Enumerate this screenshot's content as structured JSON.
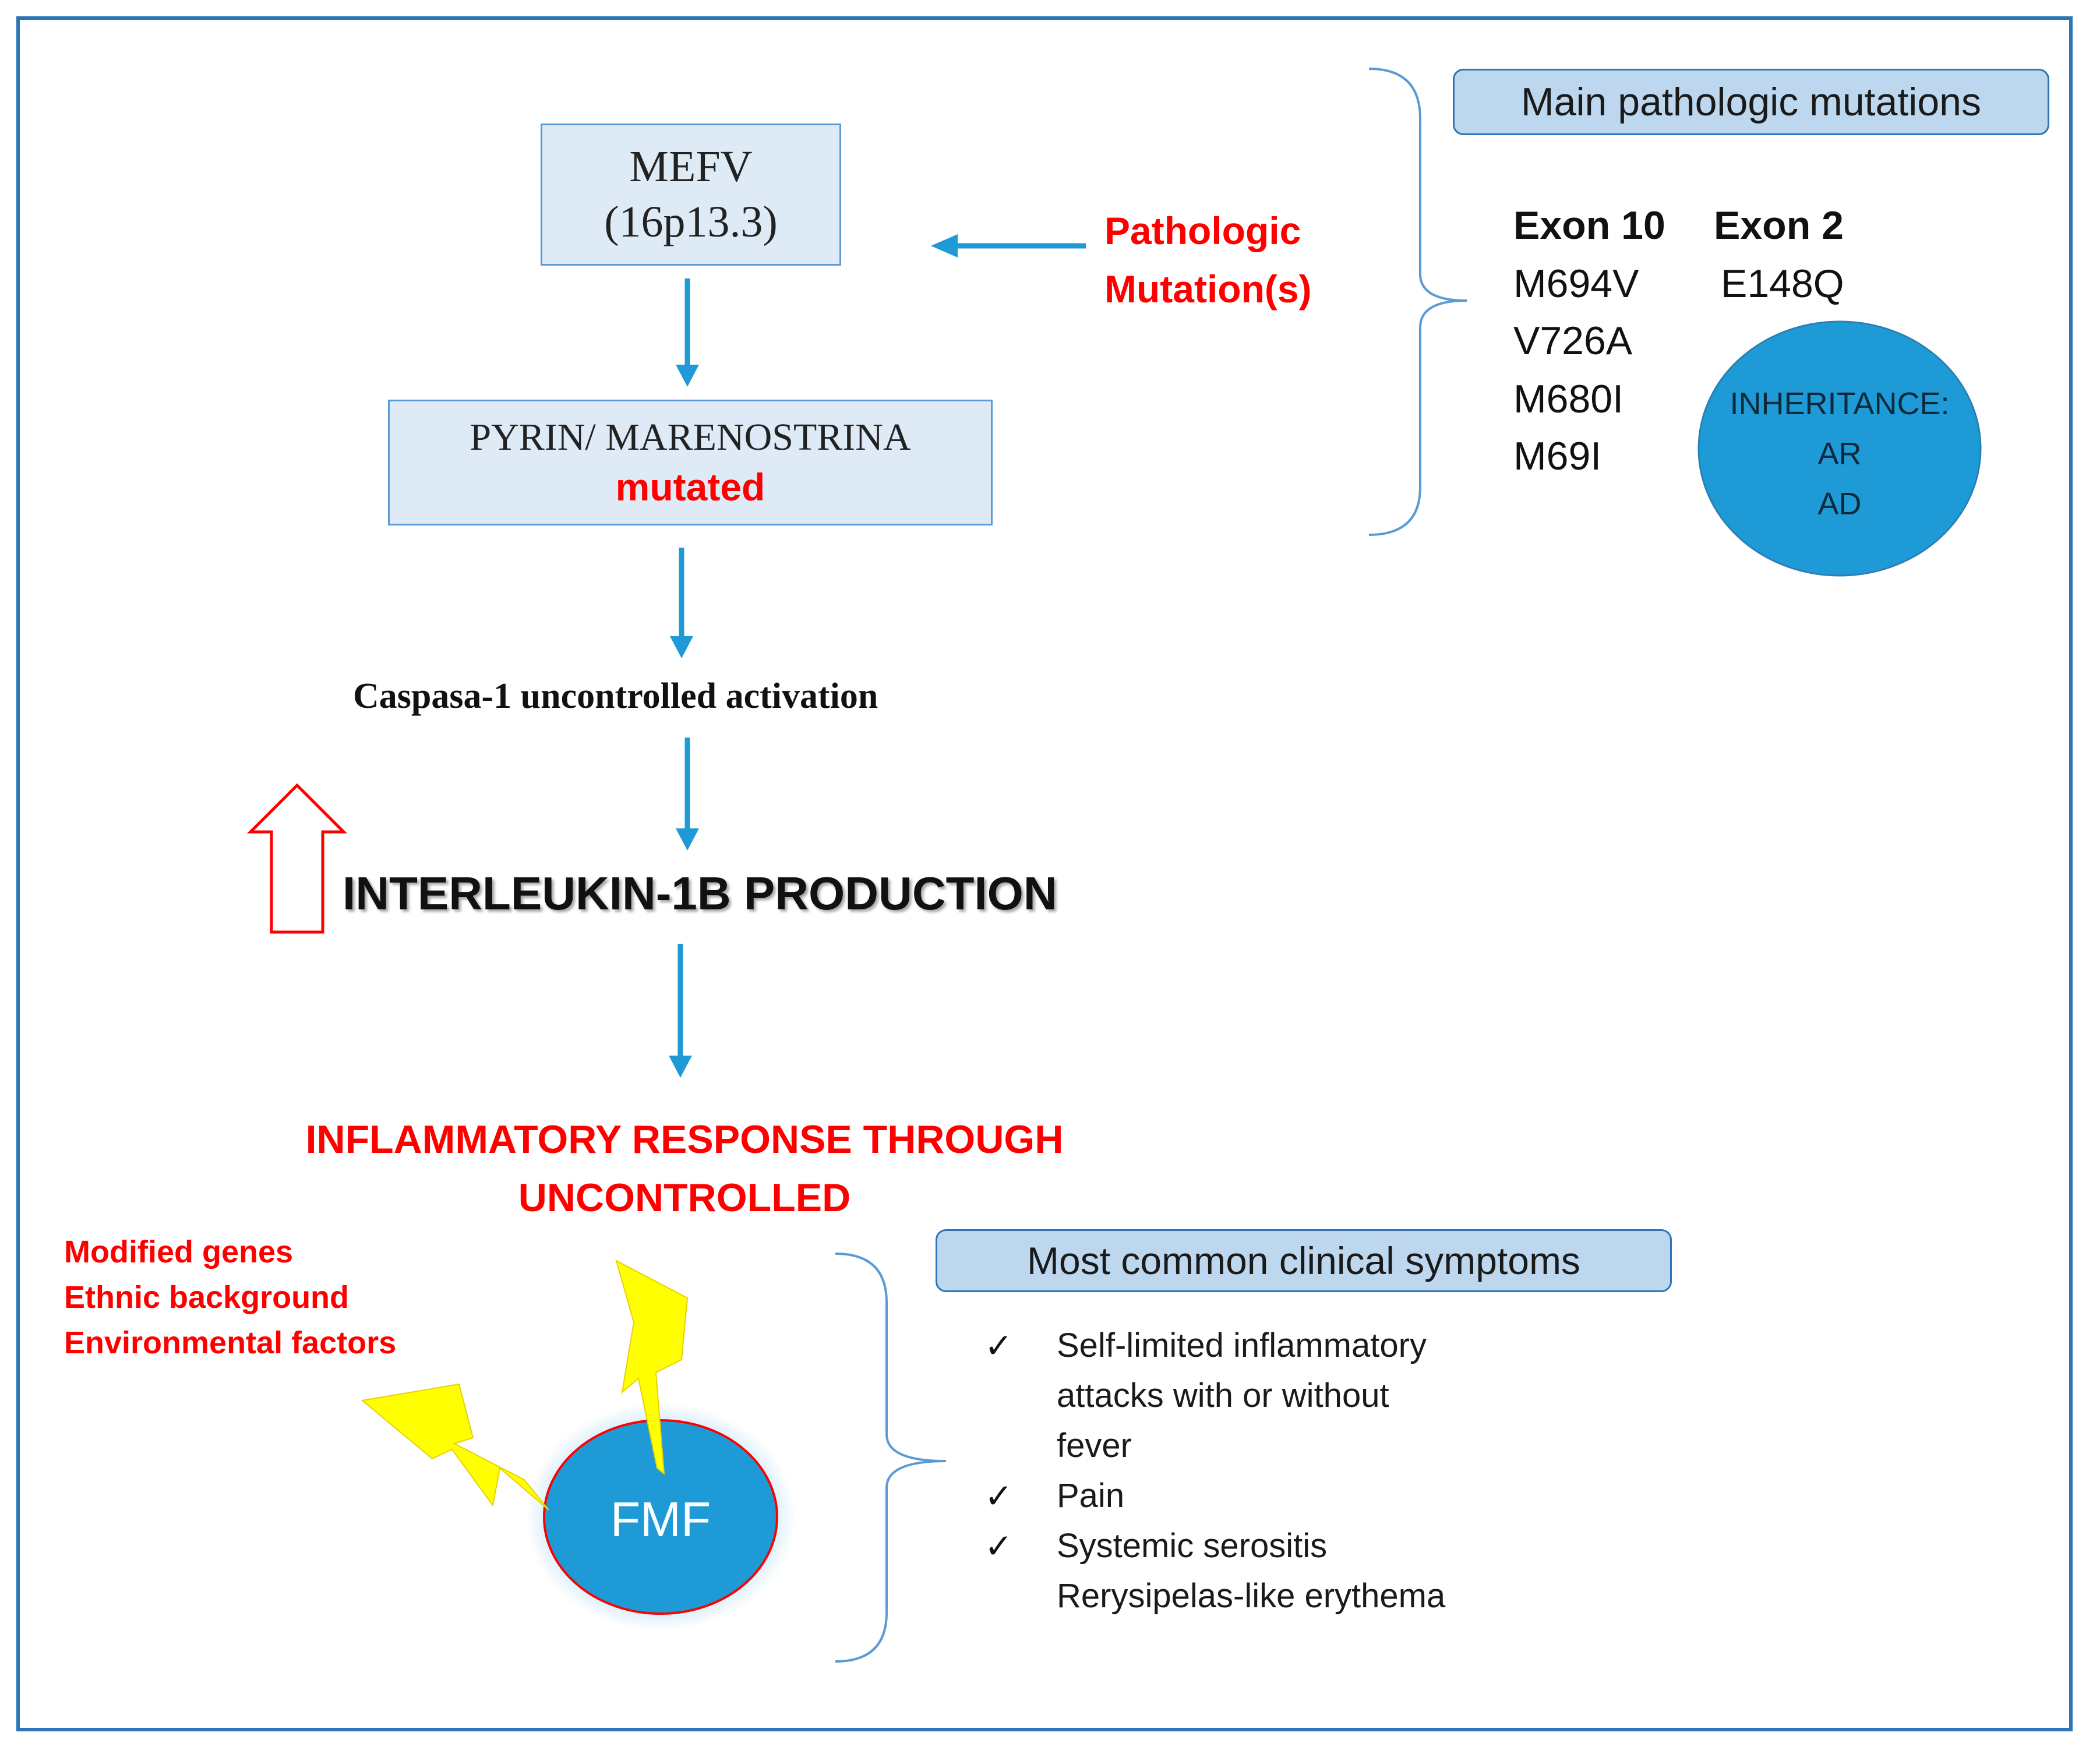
{
  "gene_box": {
    "line1": "MEFV",
    "line2": "(16p13.3)"
  },
  "mutation_label": {
    "line1": "Pathologic",
    "line2": "Mutation(s)"
  },
  "protein_box": {
    "line1": "PYRIN/ MARENOSTRINA",
    "line2": "mutated"
  },
  "caspase": "Caspasa-1 uncontrolled activation",
  "interleukin": "INTERLEUKIN-1B PRODUCTION",
  "inflammatory": {
    "line1": "INFLAMMATORY RESPONSE THROUGH",
    "line2": "UNCONTROLLED"
  },
  "modifiers": [
    "Modified genes",
    "Ethnic background",
    "Environmental factors"
  ],
  "fmf": "FMF",
  "mutations_panel": {
    "header": "Main pathologic mutations",
    "exon10": {
      "title": "Exon 10",
      "items": [
        "M694V",
        "V726A",
        "M680I",
        "M69I"
      ]
    },
    "exon2": {
      "title": "Exon 2",
      "items": [
        "E148Q"
      ]
    }
  },
  "inheritance": {
    "line1": "INHERITANCE:",
    "line2": "AR",
    "line3": "AD"
  },
  "symptoms_panel": {
    "header": "Most common clinical symptoms",
    "check": "✓",
    "items": [
      {
        "lines": [
          "Self-limited inflammatory",
          "attacks with or without",
          "fever"
        ]
      },
      {
        "lines": [
          "Pain"
        ]
      },
      {
        "lines": [
          "Systemic serositis",
          "Rerysipelas-like erythema"
        ]
      }
    ]
  },
  "colors": {
    "frame": "#2e75b6",
    "box_fill": "#deebf7",
    "header_fill": "#bdd7ee",
    "arrow": "#1f9ad6",
    "accent_red": "#ff0000",
    "circle": "#1e9bd7",
    "lightning": "#ffff00"
  }
}
